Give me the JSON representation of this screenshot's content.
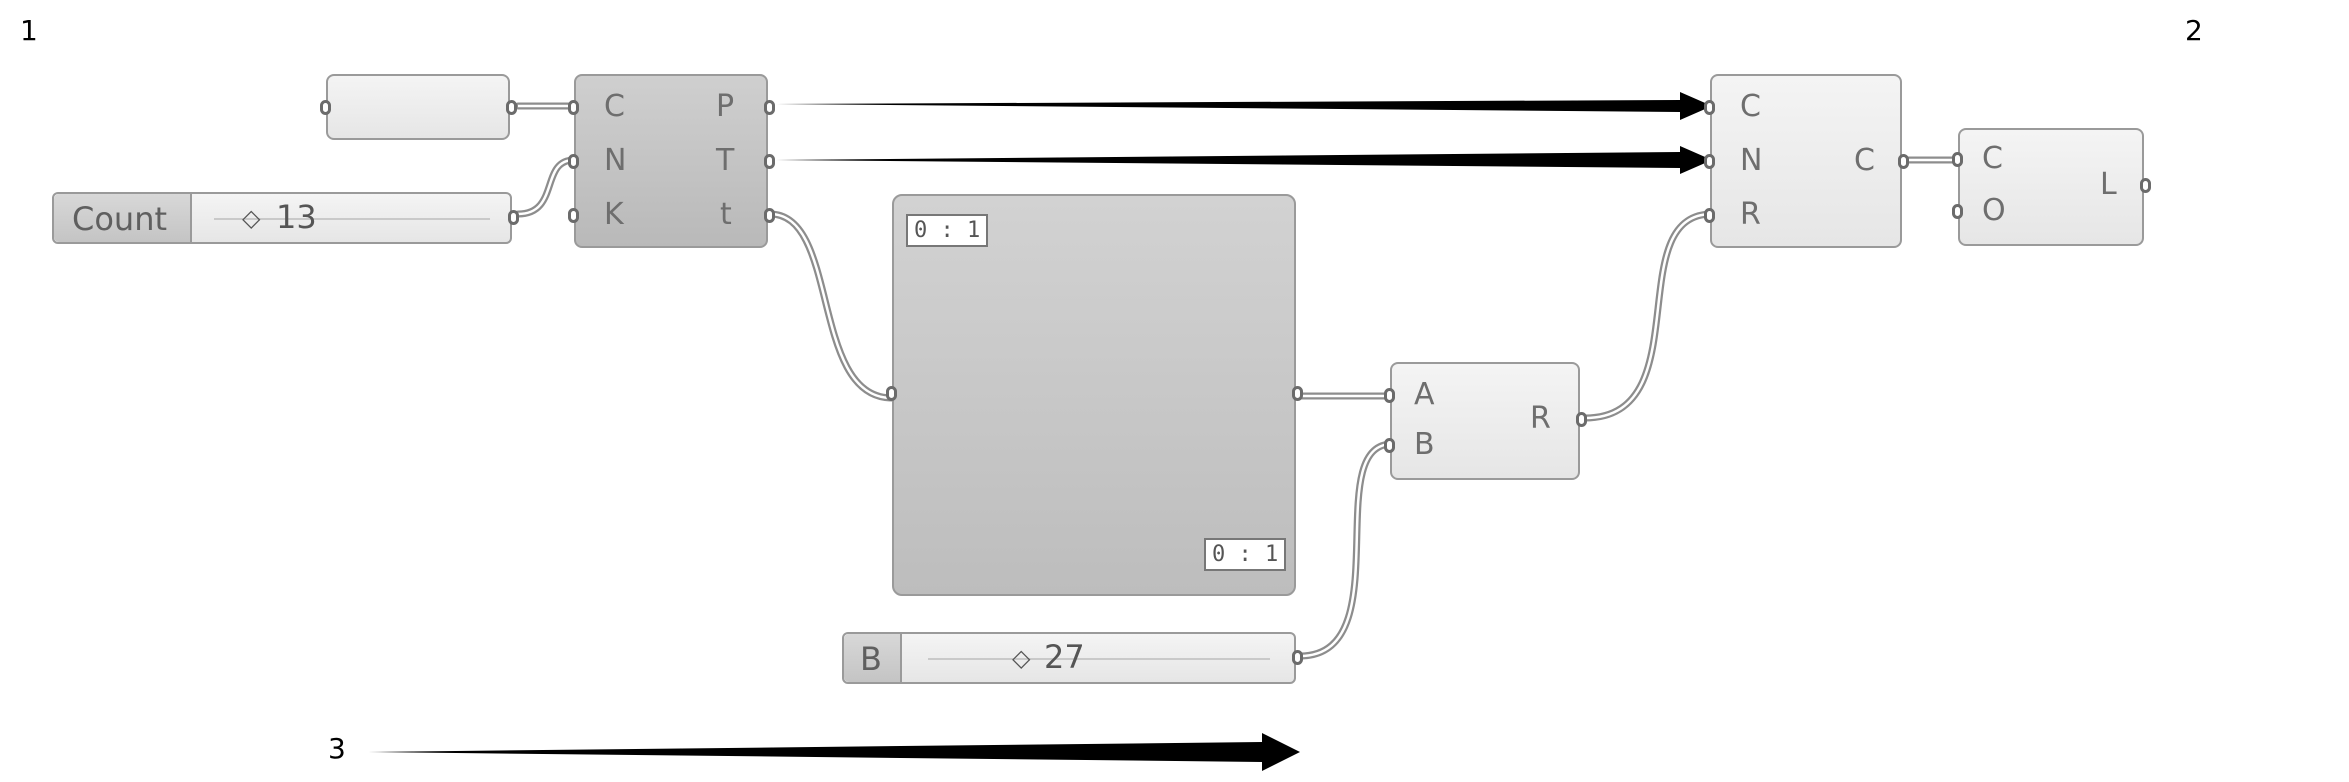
{
  "markers": {
    "m1": "1",
    "m2": "2",
    "m3": "3"
  },
  "curve_params": {
    "ports_in": [
      "C",
      "N",
      "K"
    ],
    "ports_out": [
      "P",
      "T",
      "t"
    ]
  },
  "count_slider": {
    "label": "Count",
    "value": "13"
  },
  "b_slider": {
    "label": "B",
    "value": "27"
  },
  "graph_mapper": {
    "x_domain": "0 : 1",
    "y_domain": "0 : 1"
  },
  "multiply": {
    "ports_in": [
      "A",
      "B"
    ],
    "port_out": "R"
  },
  "circle_cnr": {
    "ports_in": [
      "C",
      "N",
      "R"
    ],
    "port_out": "C"
  },
  "loft": {
    "ports_in": [
      "C",
      "O"
    ],
    "port_out": "L"
  },
  "colors": {
    "wire": "#8c8c8c",
    "arrow": "#000000",
    "graph_grid": "#e3b3b3",
    "accent": "#f5b041"
  },
  "icons": [
    "graph-type-icon",
    "hex-nut-icon",
    "curve-divide-icon",
    "multiply-icon",
    "circle-cnr-icon",
    "loft-icon"
  ]
}
